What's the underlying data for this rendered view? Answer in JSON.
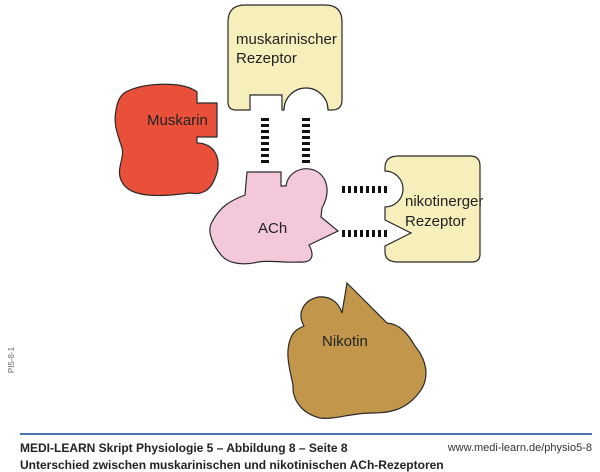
{
  "diagram": {
    "labels": {
      "muscarinic_receptor_line1": "muskarinischer",
      "muscarinic_receptor_line2": "Rezeptor",
      "muscarine": "Muskarin",
      "acetylcholine": "ACh",
      "nicotinic_receptor_line1": "nikotinerger",
      "nicotinic_receptor_line2": "Rezeptor",
      "nicotine": "Nikotin"
    },
    "colors": {
      "receptor": "#f6eebb",
      "muscarine": "#e8503a",
      "acetylcholine": "#f2c8da",
      "nicotine": "#c2974b",
      "outline": "#2a2a2a",
      "accent_line": "#4a74b4"
    }
  },
  "side_code": "PI5-8-1",
  "footer": {
    "title": "MEDI-LEARN Skript Physiologie 5 – Abbildung 8 – Seite 8",
    "subtitle": "Unterschied zwischen muskarinischen und nikotinischen ACh-Rezeptoren",
    "url": "www.medi-learn.de/physio5-8"
  }
}
